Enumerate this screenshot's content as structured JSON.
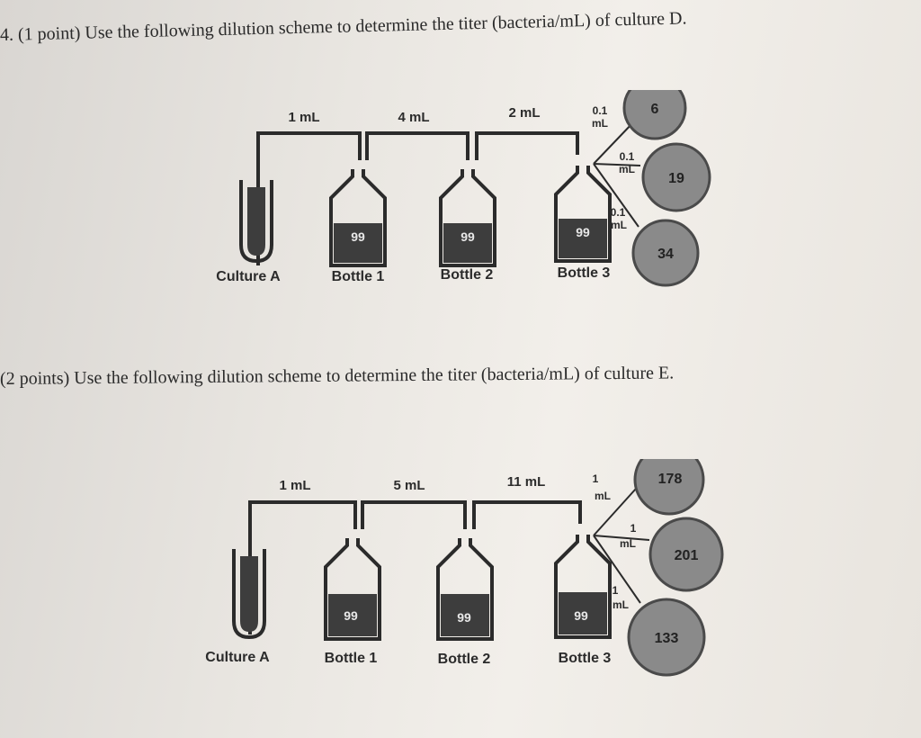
{
  "question_1": {
    "text": "4. (1 point) Use the following dilution scheme to determine the titer (bacteria/mL) of culture D."
  },
  "question_2": {
    "text": "(2 points) Use the following dilution scheme to determine the titer (bacteria/mL) of culture E."
  },
  "scheme_1": {
    "transfers": [
      "1 mL",
      "4 mL",
      "2 mL"
    ],
    "plate_volume": {
      "line1": "0.1",
      "line2": "mL"
    },
    "source": "Culture A",
    "bottles": [
      {
        "name": "Bottle 1",
        "volume": "99"
      },
      {
        "name": "Bottle 2",
        "volume": "99"
      },
      {
        "name": "Bottle 3",
        "volume": "99"
      }
    ],
    "plates": [
      "6",
      "19",
      "34"
    ]
  },
  "scheme_2": {
    "transfers": [
      "1 mL",
      "5 mL",
      "11 mL"
    ],
    "plate_volume": {
      "line1": "1",
      "line2": "mL"
    },
    "source": "Culture A",
    "bottles": [
      {
        "name": "Bottle 1",
        "volume": "99"
      },
      {
        "name": "Bottle 2",
        "volume": "99"
      },
      {
        "name": "Bottle 3",
        "volume": "99"
      }
    ],
    "plates": [
      "178",
      "201",
      "133"
    ]
  },
  "colors": {
    "ink": "#2b2b2b",
    "liquid": "#3d3d3d",
    "plate_fill": "#8a8a8a",
    "plate_stroke": "#4a4a4a"
  }
}
